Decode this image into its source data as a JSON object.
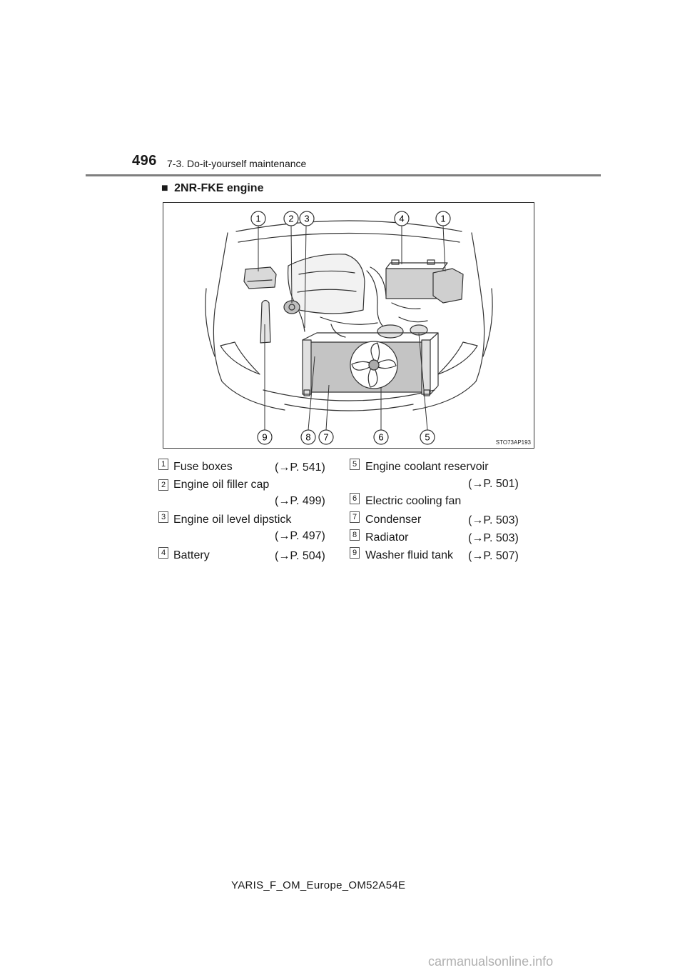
{
  "header": {
    "page_number": "496",
    "section": "7-3. Do-it-yourself maintenance"
  },
  "subheading": {
    "bullet": "■",
    "text": "2NR-FKE engine"
  },
  "figure": {
    "code": "STO73AP193",
    "top_callouts": [
      "1",
      "2",
      "3",
      "4",
      "1"
    ],
    "bottom_callouts": [
      "9",
      "8",
      "7",
      "6",
      "5"
    ]
  },
  "legend": {
    "left": [
      {
        "num": "1",
        "label": "Fuse boxes",
        "ref": "(→P. 541)"
      },
      {
        "num": "2",
        "label": "Engine oil filler cap",
        "ref": "(→P. 499)"
      },
      {
        "num": "3",
        "label": "Engine oil level dipstick",
        "ref": "(→P. 497)"
      },
      {
        "num": "4",
        "label": "Battery",
        "ref": "(→P. 504)"
      }
    ],
    "right": [
      {
        "num": "5",
        "label": "Engine coolant reservoir",
        "ref": "(→P. 501)"
      },
      {
        "num": "6",
        "label": "Electric cooling fan",
        "ref": ""
      },
      {
        "num": "7",
        "label": "Condenser",
        "ref": "(→P. 503)"
      },
      {
        "num": "8",
        "label": "Radiator",
        "ref": "(→P. 503)"
      },
      {
        "num": "9",
        "label": "Washer fluid tank",
        "ref": "(→P. 507)"
      }
    ]
  },
  "footer": {
    "doc_id": "YARIS_F_OM_Europe_OM52A54E"
  },
  "watermark": "carmanualsonline.info"
}
